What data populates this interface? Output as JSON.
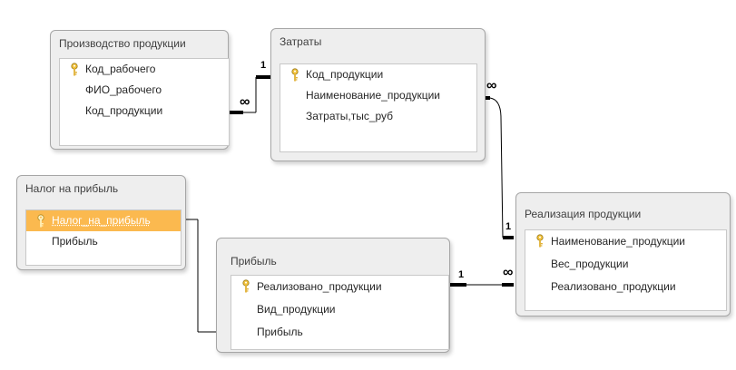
{
  "tables": [
    {
      "id": "proizvodstvo",
      "title": "Производство продукции",
      "fields": [
        {
          "name": "Код_рабочего",
          "key": true
        },
        {
          "name": "ФИО_рабочего",
          "key": false
        },
        {
          "name": "Код_продукции",
          "key": false
        }
      ]
    },
    {
      "id": "zatraty",
      "title": "Затраты",
      "fields": [
        {
          "name": "Код_продукции",
          "key": true
        },
        {
          "name": "Наименование_продукции",
          "key": false
        },
        {
          "name": "Затраты,тыс_руб",
          "key": false
        }
      ]
    },
    {
      "id": "nalog",
      "title": "Налог на прибыль",
      "fields": [
        {
          "name": "Налог_на_прибыль",
          "key": true,
          "selected": true
        },
        {
          "name": "Прибыль",
          "key": false
        }
      ]
    },
    {
      "id": "pribyl",
      "title": "Прибыль",
      "fields": [
        {
          "name": "Реализовано_продукции",
          "key": true
        },
        {
          "name": "Вид_продукции",
          "key": false
        },
        {
          "name": "Прибыль",
          "key": false
        }
      ]
    },
    {
      "id": "realizaciya",
      "title": "Реализация продукции",
      "fields": [
        {
          "name": "Наименование_продукции",
          "key": true
        },
        {
          "name": "Вес_продукции",
          "key": false
        },
        {
          "name": "Реализовано_продукции",
          "key": false
        }
      ]
    }
  ],
  "relationships": [
    {
      "from": "proizvodstvo.Код_продукции",
      "to": "zatraty.Код_продукции",
      "one_label": "1",
      "many_label": "∞"
    },
    {
      "from": "zatraty.Наименование_продукции",
      "to": "realizaciya.Наименование_продукции",
      "many_label": "∞",
      "one_label": "1"
    },
    {
      "from": "pribyl.Реализовано_продукции",
      "to": "realizaciya.Реализовано_продукции",
      "one_label": "1",
      "many_label": "∞"
    },
    {
      "from": "nalog.Налог_на_прибыль",
      "to": "pribyl.Прибыль"
    }
  ],
  "colors": {
    "selected_field": "#fbb94f",
    "panel": "#eeeeee",
    "border": "#a6a6a6"
  },
  "icons": {
    "primary_key": "key-icon"
  }
}
